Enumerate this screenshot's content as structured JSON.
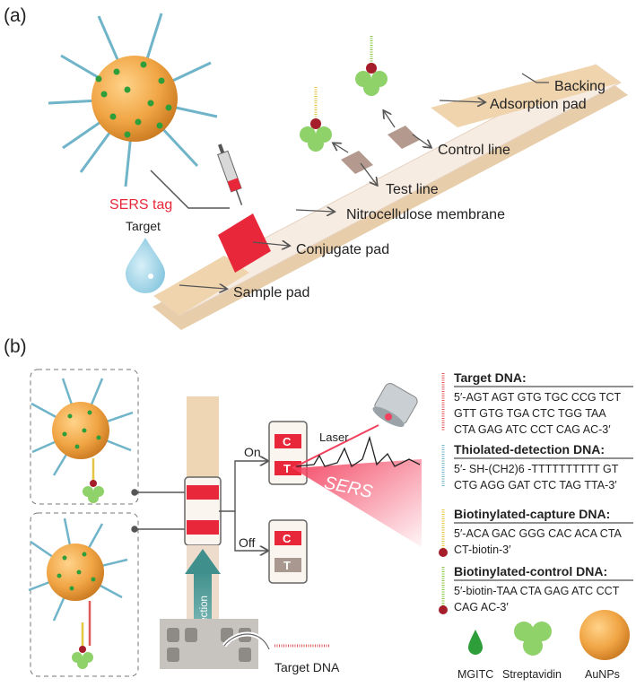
{
  "panel_a": {
    "letter": "(a)",
    "labels": {
      "backing": "Backing",
      "adsorption_pad": "Adsorption pad",
      "control_line": "Control line",
      "test_line": "Test line",
      "nitrocellulose": "Nitrocellulose membrane",
      "conjugate_pad": "Conjugate pad",
      "sample_pad": "Sample pad",
      "sers_tag": "SERS tag",
      "target": "Target"
    },
    "colors": {
      "sers_tag": "#e8283a",
      "strip": "#f3e3d2",
      "pad": "#f0d7b4",
      "conjugate": "#e8283a",
      "line_band": "#b49a8e"
    }
  },
  "panel_b": {
    "letter": "(b)",
    "on_label": "On",
    "off_label": "Off",
    "window_c": "C",
    "window_t": "T",
    "laser_label": "Laser",
    "sers_label": "SERS",
    "flow_label": "Flow direction",
    "target_dna_label": "Target DNA",
    "legend": [
      {
        "title": "Target DNA",
        "lines": [
          "5′-AGT AGT GTG TGC CCG TCT",
          "GTT GTG TGA CTC TGG TAA",
          "CTA GAG ATC CCT CAG AC-3′"
        ],
        "color": "#e05a5a"
      },
      {
        "title": "Thiolated-detection DNA",
        "lines": [
          "5′- SH-(CH2)6 -TTTTTTTTTT GT",
          "CTG AGG GAT CTC TAG TTA-3′"
        ],
        "color": "#6fb4c8"
      },
      {
        "title": "Biotinylated-capture DNA",
        "lines": [
          "5′-ACA GAC GGG CAC ACA CTA",
          "CT-biotin-3′"
        ],
        "color": "#e4c640"
      },
      {
        "title": "Biotinylated-control DNA",
        "lines": [
          "5′-biotin-TAA CTA GAG ATC CCT",
          "CAG AC-3′"
        ],
        "color": "#8cc84a"
      }
    ],
    "bottom_legend": [
      "MGITC",
      "Streptavidin",
      "AuNPs"
    ],
    "colors": {
      "test_line": "#e8283a",
      "control_line": "#e8283a",
      "off_t": "#a89890",
      "flow_arrow": "#5fa0a0",
      "sers_beam": "#ee3a5a"
    }
  }
}
